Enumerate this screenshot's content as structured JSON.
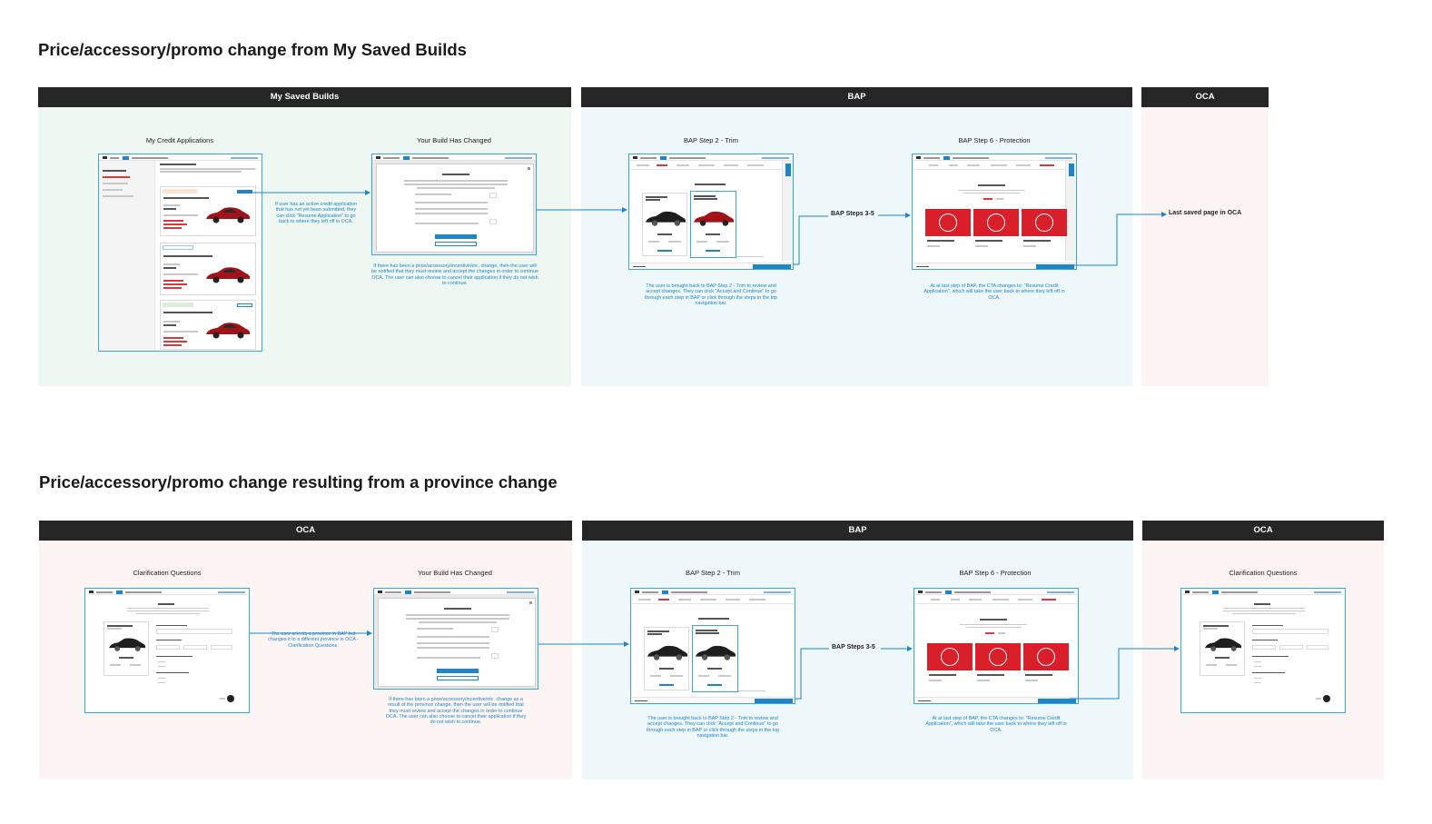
{
  "flows": [
    {
      "title": "Price/accessory/promo change from My Saved Builds",
      "sections": [
        {
          "label": "My Saved Builds"
        },
        {
          "label": "BAP"
        },
        {
          "label": "OCA"
        }
      ],
      "screens": [
        {
          "label": "My Credit Applications"
        },
        {
          "label": "Your Build Has Changed"
        },
        {
          "label": "BAP Step 2 - Trim"
        },
        {
          "label": "BAP Step 6 - Protection"
        }
      ],
      "annotations": [
        "If user has an active credit application that has not yet been submitted, they can click \"Resume Application\" to go back to where they left off in OCA.",
        "If there has been a price/accessory/incentive/etc. change, then the user will be notified that they must review and accept the changes in order to continue OCA. The user can also choose to cancel their application if they do not wish to continue.",
        "The user is brought back to BAP Step 2 - Trim to review and accept changes. They can click \"Accept and Continue\" to go through each step in BAP or click through the steps in the top navigation bar.",
        "At at last step of BAP, the CTA changes to: \"Resume Credit Application\", which will take the user back to where they left off in OCA."
      ],
      "nodes": [
        {
          "text": "BAP Steps 3-5"
        },
        {
          "text": "Last saved page in OCA"
        }
      ]
    },
    {
      "title": "Price/accessory/promo change resulting from a province change",
      "sections": [
        {
          "label": "OCA"
        },
        {
          "label": "BAP"
        },
        {
          "label": "OCA"
        }
      ],
      "screens": [
        {
          "label": "Clarification Questions"
        },
        {
          "label": "Your Build Has Changed"
        },
        {
          "label": "BAP Step 2 - Trim"
        },
        {
          "label": "BAP Step 6 - Protection"
        },
        {
          "label": "Clarification Questions"
        }
      ],
      "annotations": [
        "The user selects a province in BAP but changes it to a different province in OCA - Clarification Questions.",
        "If there has been a price/accessory/incentive/etc. change as a result of the province change, then the user will be notified that they must review and accept the changes in order to continue OCA. The user can also choose to cancel their application if they do not wish to continue.",
        "The user is brought back to BAP Step 2 - Trim to review and accept changes. They can click \"Accept and Continue\" to go through each step in BAP or click through the steps in the top navigation bar.",
        "At at last step of BAP, the CTA changes to: \"Resume Credit Application\", which will take the user back to where they left off in OCA."
      ],
      "nodes": [
        {
          "text": "BAP Steps 3-5"
        }
      ]
    }
  ],
  "colors": {
    "header": "#262626",
    "my_saved_builds_bg": "#eef7f1",
    "bap_bg": "#eef7fa",
    "oca_bg": "#fcf5f4",
    "accent": "#1e86c8",
    "protection_red": "#d91f2a"
  }
}
